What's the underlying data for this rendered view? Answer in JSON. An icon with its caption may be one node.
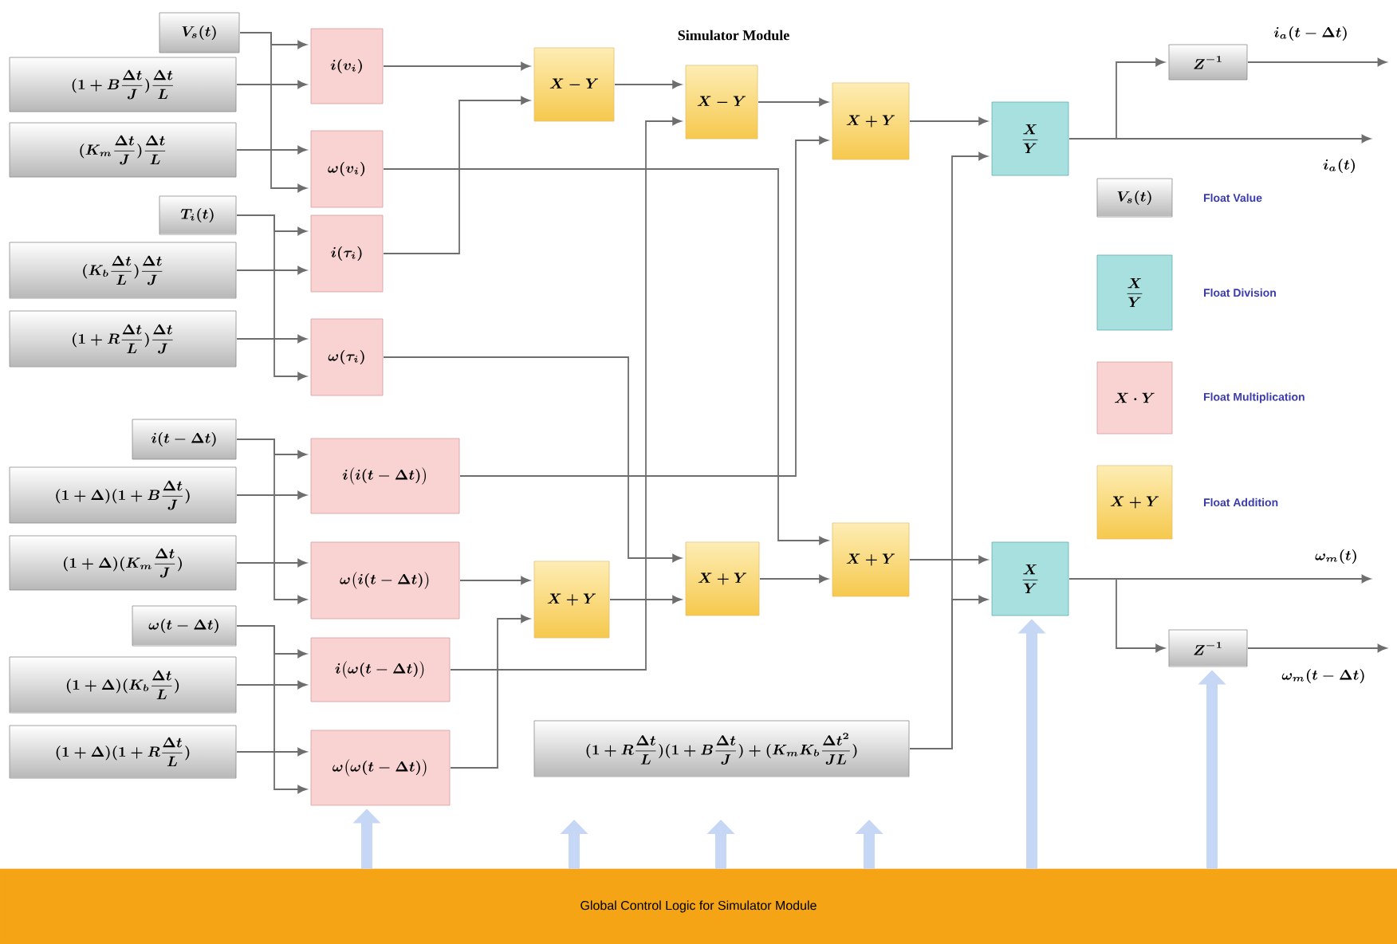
{
  "diagram": {
    "title": "Simulator Module",
    "nodes": [
      {
        "text": [
          "V_s(t)"
        ]
      },
      {
        "text": [
          "(1+B\\frac{\\Delta t}{J})\\frac{\\Delta t}{L}"
        ]
      },
      {
        "text": [
          "(K_m\\frac{\\Delta t}{J})\\frac{\\Delta t}{L}"
        ]
      },
      {
        "text": [
          "T_i(t)"
        ]
      },
      {
        "text": [
          "(K_b\\frac{\\Delta t}{L})\\frac{\\Delta t}{J}"
        ]
      },
      {
        "text": [
          "(1+R\\frac{\\Delta t}{L})\\frac{\\Delta t}{J}"
        ]
      },
      {
        "text": [
          "i(t-\\Delta t)"
        ]
      },
      {
        "text": [
          "(1+\\Delta)(1+B\\frac{\\Delta t}{J})"
        ]
      },
      {
        "text": [
          "(1+\\Delta)(K_m\\frac{\\Delta t}{J})"
        ]
      },
      {
        "text": [
          "\\omega(t-\\Delta t)"
        ]
      },
      {
        "text": [
          "(1+\\Delta)(K_b\\frac{\\Delta t}{L})"
        ]
      },
      {
        "text": [
          "(1+\\Delta)(1+R\\frac{\\Delta t}{L})"
        ]
      },
      {
        "text": [
          "i(v_i)"
        ]
      },
      {
        "text": [
          "\\omega(v_i)"
        ]
      },
      {
        "text": [
          "i(\\tau_i)"
        ]
      },
      {
        "text": [
          "\\omega(\\tau_i)"
        ]
      },
      {
        "text": [
          "i\\big(i(t-\\Delta t)\\big)"
        ]
      },
      {
        "text": [
          "\\omega\\big(i(t-\\Delta t)\\big)"
        ]
      },
      {
        "text": [
          "i\\big(\\omega(t-\\Delta t)\\big)"
        ]
      },
      {
        "text": [
          "\\omega\\big(\\omega(t-\\Delta t)\\big)"
        ]
      },
      {
        "text": [
          "X-Y"
        ]
      },
      {
        "text": [
          "X-Y"
        ]
      },
      {
        "text": [
          "X+Y"
        ]
      },
      {
        "text": [
          "X+Y"
        ]
      },
      {
        "text": [
          "X+Y"
        ]
      },
      {
        "text": [
          "X+Y"
        ]
      },
      {
        "text": [
          "(1+R\\frac{\\Delta t}{L})(1+B\\frac{\\Delta t}{J})+(K_mK_b\\frac{\\Delta t^2}{JL})"
        ]
      },
      {
        "text": [
          "\\frac{X}{Y}"
        ]
      },
      {
        "text": [
          "\\frac{X}{Y}"
        ]
      },
      {
        "text": [
          "Z^{-1}"
        ]
      },
      {
        "text": [
          "Z^{-1}"
        ]
      },
      {
        "text": [
          "V_s(t)"
        ],
        "beside": [
          "Float Value"
        ]
      },
      {
        "text": [
          "\\frac{X}{Y}"
        ],
        "beside": [
          "Float Division"
        ]
      },
      {
        "text": [
          "X\\cdot Y"
        ],
        "beside": [
          "Float Multiplication"
        ]
      },
      {
        "text": [
          "X+Y"
        ],
        "beside": [
          "Float Addition"
        ]
      },
      {
        "text": [
          "Global Control Logic for Simulator Module"
        ]
      }
    ],
    "edges": [
      {
        "from": 0,
        "to": 12,
        "arrow": "to"
      },
      {
        "from": 1,
        "to": 12,
        "arrow": "to"
      },
      {
        "from": 0,
        "to": 13,
        "arrow": "to"
      },
      {
        "from": 2,
        "to": 13,
        "arrow": "to"
      },
      {
        "from": 3,
        "to": 14,
        "arrow": "to"
      },
      {
        "from": 4,
        "to": 14,
        "arrow": "to"
      },
      {
        "from": 3,
        "to": 15,
        "arrow": "to"
      },
      {
        "from": 5,
        "to": 15,
        "arrow": "to"
      },
      {
        "from": 6,
        "to": 16,
        "arrow": "to"
      },
      {
        "from": 7,
        "to": 16,
        "arrow": "to"
      },
      {
        "from": 6,
        "to": 17,
        "arrow": "to"
      },
      {
        "from": 8,
        "to": 17,
        "arrow": "to"
      },
      {
        "from": 9,
        "to": 18,
        "arrow": "to"
      },
      {
        "from": 10,
        "to": 18,
        "arrow": "to"
      },
      {
        "from": 9,
        "to": 19,
        "arrow": "to"
      },
      {
        "from": 11,
        "to": 19,
        "arrow": "to"
      },
      {
        "from": 12,
        "to": 20,
        "arrow": "to"
      },
      {
        "from": 14,
        "to": 20,
        "arrow": "to"
      },
      {
        "from": 20,
        "to": 21,
        "arrow": "to"
      },
      {
        "from": 18,
        "to": 21,
        "arrow": "to"
      },
      {
        "from": 21,
        "to": 22,
        "arrow": "to"
      },
      {
        "from": 16,
        "to": 22,
        "arrow": "to"
      },
      {
        "from": 17,
        "to": 23,
        "arrow": "to"
      },
      {
        "from": 19,
        "to": 23,
        "arrow": "to"
      },
      {
        "from": 15,
        "to": 24,
        "arrow": "to"
      },
      {
        "from": 23,
        "to": 24,
        "arrow": "to"
      },
      {
        "from": 13,
        "to": 25,
        "arrow": "to"
      },
      {
        "from": 24,
        "to": 25,
        "arrow": "to"
      },
      {
        "from": 22,
        "to": 27,
        "arrow": "to"
      },
      {
        "from": 26,
        "to": 27,
        "arrow": "to"
      },
      {
        "from": 25,
        "to": 28,
        "arrow": "to"
      },
      {
        "from": 26,
        "to": 28,
        "arrow": "to"
      },
      {
        "from": 27,
        "to": 29,
        "arrow": "to"
      },
      {
        "from": 27,
        "to": null,
        "arrow": "to",
        "label": "i_a(t)"
      },
      {
        "from": 29,
        "to": null,
        "arrow": "to",
        "label": "i_a(t-\\Delta t)"
      },
      {
        "from": 28,
        "to": null,
        "arrow": "to",
        "label": "\\omega_m(t)"
      },
      {
        "from": 28,
        "to": 30,
        "arrow": "to"
      },
      {
        "from": 30,
        "to": null,
        "arrow": "to",
        "label": "\\omega_m(t-\\Delta t)"
      },
      {
        "from": 35,
        "to": 19,
        "arrow": "to",
        "style": "thick",
        "color": "#c6d7f5"
      },
      {
        "from": 35,
        "to": null,
        "arrow": "to",
        "style": "thick",
        "color": "#c6d7f5"
      },
      {
        "from": 35,
        "to": null,
        "arrow": "to",
        "style": "thick",
        "color": "#c6d7f5"
      },
      {
        "from": 35,
        "to": null,
        "arrow": "to",
        "style": "thick",
        "color": "#c6d7f5"
      },
      {
        "from": 35,
        "to": 28,
        "arrow": "to",
        "style": "thick",
        "color": "#c6d7f5"
      },
      {
        "from": 35,
        "to": 30,
        "arrow": "to",
        "style": "thick",
        "color": "#c6d7f5"
      }
    ]
  }
}
